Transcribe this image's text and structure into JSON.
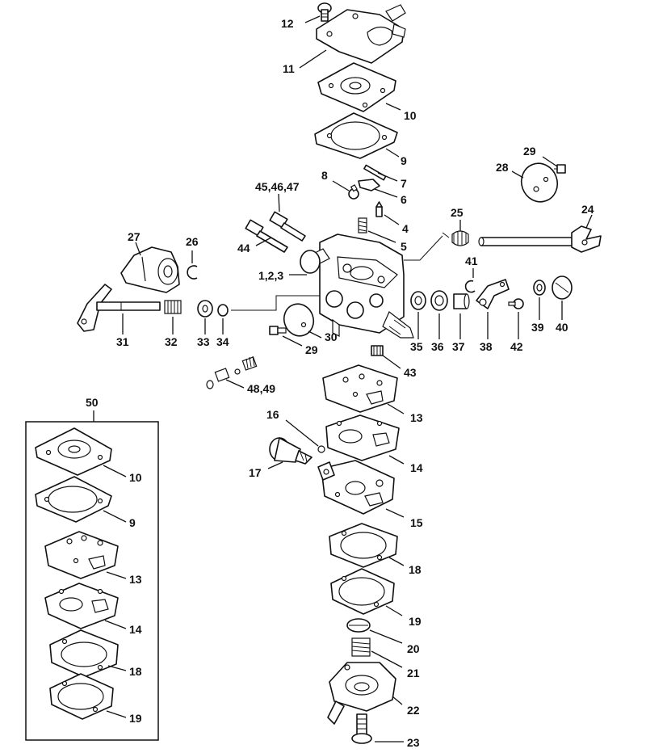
{
  "labels": {
    "p12": "12",
    "p11": "11",
    "p10": "10",
    "p9": "9",
    "p8": "8",
    "p7": "7",
    "p6": "6",
    "p4": "4",
    "p5": "5",
    "p45_46_47": "45,46,47",
    "p44": "44",
    "p1_2_3": "1,2,3",
    "p29a": "29",
    "p28": "28",
    "p24": "24",
    "p25": "25",
    "p27": "27",
    "p26": "26",
    "p41": "41",
    "p31": "31",
    "p32": "32",
    "p33": "33",
    "p34": "34",
    "p30": "30",
    "p29b": "29",
    "p35": "35",
    "p36": "36",
    "p37": "37",
    "p38": "38",
    "p42": "42",
    "p39": "39",
    "p40": "40",
    "p43": "43",
    "p48_49": "48,49",
    "p13": "13",
    "p16": "16",
    "p14": "14",
    "p17": "17",
    "p15": "15",
    "p18": "18",
    "p19": "19",
    "p20": "20",
    "p21": "21",
    "p22": "22",
    "p23": "23",
    "p50": "50",
    "k10": "10",
    "k9": "9",
    "k13": "13",
    "k14": "14",
    "k18": "18",
    "k19": "19"
  }
}
